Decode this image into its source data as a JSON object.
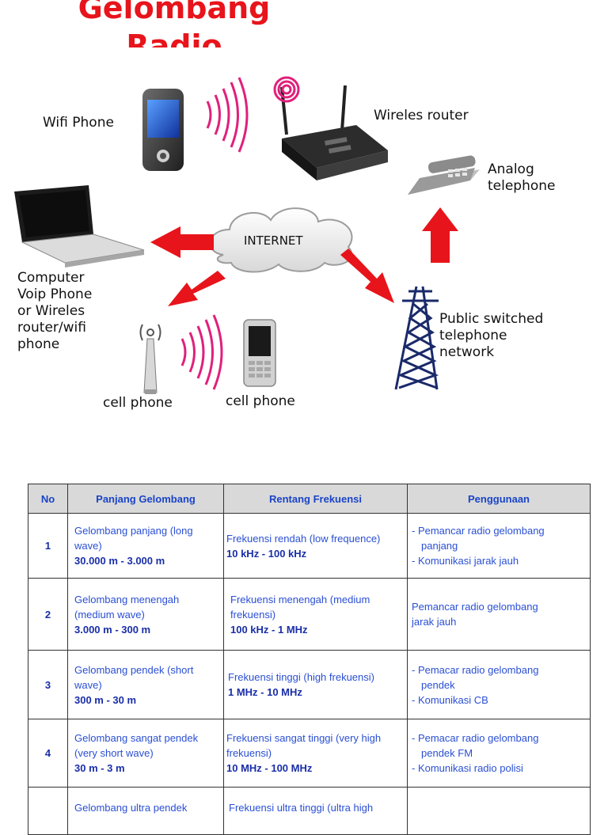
{
  "title": "Gelombang\nRadio",
  "diagram": {
    "labels": {
      "wifi_phone": "Wifi Phone",
      "wireless_router": "Wireles router",
      "analog_telephone": "Analog\ntelephone",
      "internet": "INTERNET",
      "computer": "Computer\nVoip Phone\nor Wireles\nrouter/wifi\nphone",
      "pstn": "Public switched\ntelephone\nnetwork",
      "cell_phone_1": "cell phone",
      "cell_phone_2": "cell phone"
    },
    "colors": {
      "arrow": "#e8141b",
      "waves": "#e0207c",
      "cloud": "#f2f2f2"
    }
  },
  "table": {
    "headers": [
      "No",
      "Panjang Gelombang",
      "Rentang Frekuensi",
      "Penggunaan"
    ],
    "rows": [
      {
        "no": "1",
        "wave": "Gelombang panjang (long wave)",
        "wave_range": "30.000 m - 3.000 m",
        "freq": "Frekuensi rendah (low frequence)",
        "freq_range": "10 kHz - 100 kHz",
        "use": [
          "- Pemancar radio gelombang",
          "panjang",
          "- Komunikasi jarak jauh"
        ]
      },
      {
        "no": "2",
        "wave": "Gelombang menengah (medium wave)",
        "wave_range": "3.000 m - 300 m",
        "freq": "Frekuensi menengah (medium frekuensi)",
        "freq_range": "100 kHz - 1 MHz",
        "use": [
          "Pemancar radio gelombang",
          "jarak jauh"
        ]
      },
      {
        "no": "3",
        "wave": "Gelombang pendek (short wave)",
        "wave_range": "300 m - 30 m",
        "freq": "Frekuensi tinggi (high frekuensi)",
        "freq_range": "1 MHz - 10 MHz",
        "use": [
          "- Pemacar radio gelombang",
          "pendek",
          "- Komunikasi CB"
        ]
      },
      {
        "no": "4",
        "wave": "Gelombang sangat pendek (very short wave)",
        "wave_range": "30 m - 3 m",
        "freq": "Frekuensi sangat tinggi (very high frekuensi)",
        "freq_range": "10 MHz - 100 MHz",
        "use": [
          "- Pemacar radio gelombang",
          "pendek FM",
          "- Komunikasi radio polisi"
        ]
      },
      {
        "no": "",
        "wave": "Gelombang ultra pendek",
        "wave_range": "",
        "freq": "Frekuensi ultra tinggi (ultra high",
        "freq_range": "",
        "use": []
      }
    ]
  }
}
